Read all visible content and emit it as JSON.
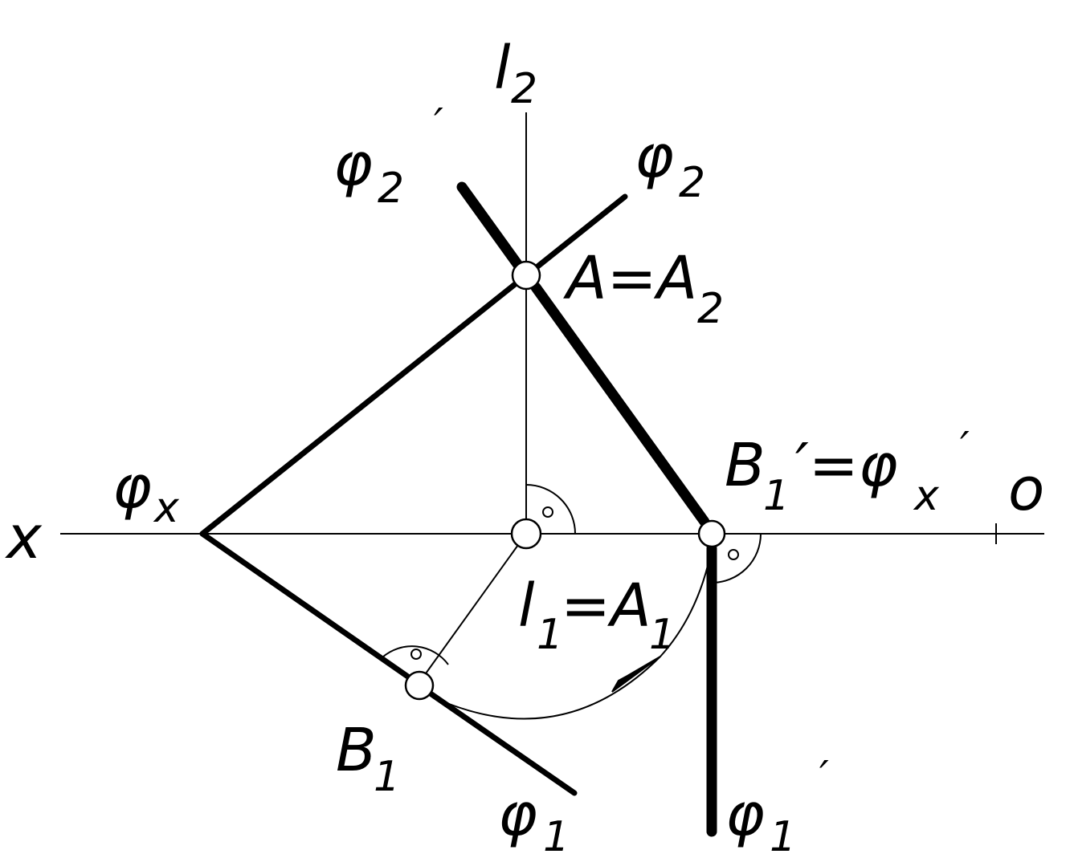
{
  "labels": {
    "l2_main": "l",
    "l2_sub": "2",
    "phi2_prime_main": "φ",
    "phi2_prime_sub": "2",
    "phi2_prime_mark": "′",
    "phi2_main": "φ",
    "phi2_sub": "2",
    "a_eq_main": "A=A",
    "a_eq_sub": "2",
    "phix_main": "φ",
    "phix_sub": "x",
    "x_axis": "x",
    "o_mark": "o",
    "b1p_main": "B",
    "b1p_sub": "1",
    "b1p_mid": "′=φ",
    "b1p_sub2": "x",
    "b1p_mark": "′",
    "l1_main": "l",
    "l1_sub": "1",
    "l1_mid": "=A",
    "l1_sub2": "1",
    "b1_main": "B",
    "b1_sub": "1",
    "phi1_main": "φ",
    "phi1_sub": "1",
    "phi1p_main": "φ",
    "phi1p_sub": "1",
    "phi1p_mark": "′"
  },
  "colors": {
    "ink": "#000000",
    "background": "#ffffff"
  }
}
